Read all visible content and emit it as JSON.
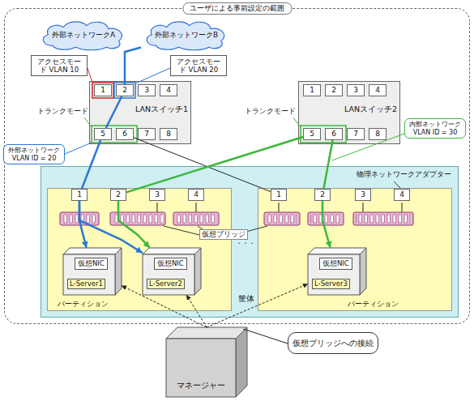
{
  "diagram": {
    "nodes": [
      {
        "text": [
          "ユーザによる事前設定の範囲"
        ]
      },
      {
        "text": [
          "外部ネットワークA"
        ],
        "in": 0
      },
      {
        "text": [
          "外部ネットワークB"
        ],
        "in": 0
      },
      {
        "text": [
          "アクセスモード VLAN 10"
        ],
        "in": 0
      },
      {
        "text": [
          "アクセスモード VLAN 20"
        ],
        "in": 0
      },
      {
        "text": [
          "LANスイッチ1"
        ],
        "in": 0
      },
      {
        "text": [
          "1"
        ],
        "in": 5
      },
      {
        "text": [
          "2"
        ],
        "in": 5
      },
      {
        "text": [
          "3"
        ],
        "in": 5
      },
      {
        "text": [
          "4"
        ],
        "in": 5
      },
      {
        "text": [
          "5"
        ],
        "in": 5
      },
      {
        "text": [
          "6"
        ],
        "in": 5
      },
      {
        "text": [
          "7"
        ],
        "in": 5
      },
      {
        "text": [
          "8"
        ],
        "in": 5
      },
      {
        "text": [
          "LANスイッチ2"
        ],
        "in": 0
      },
      {
        "text": [
          "1"
        ],
        "in": 14
      },
      {
        "text": [
          "2"
        ],
        "in": 14
      },
      {
        "text": [
          "3"
        ],
        "in": 14
      },
      {
        "text": [
          "4"
        ],
        "in": 14
      },
      {
        "text": [
          "5"
        ],
        "in": 14
      },
      {
        "text": [
          "6"
        ],
        "in": 14
      },
      {
        "text": [
          "7"
        ],
        "in": 14
      },
      {
        "text": [
          "8"
        ],
        "in": 14
      },
      {
        "text": [
          "外部ネットワーク VLAN ID = 20"
        ],
        "in": 0
      },
      {
        "text": [
          "内部ネットワーク VLAN ID = 30"
        ],
        "in": 0
      },
      {
        "text": [
          "筐体"
        ],
        "in": 0
      },
      {
        "text": [
          "パーティション"
        ],
        "in": 25
      },
      {
        "text": [
          "1"
        ],
        "in": 26
      },
      {
        "text": [
          "2"
        ],
        "in": 26
      },
      {
        "text": [
          "3"
        ],
        "in": 26
      },
      {
        "text": [
          "4"
        ],
        "in": 26
      },
      {
        "text": [
          "仮想NIC",
          "L-Server1"
        ],
        "in": 26
      },
      {
        "text": [
          "仮想NIC",
          "L-Server2"
        ],
        "in": 26
      },
      {
        "text": [
          "パーティション"
        ],
        "in": 25
      },
      {
        "text": [
          "1"
        ],
        "in": 33
      },
      {
        "text": [
          "2"
        ],
        "in": 33
      },
      {
        "text": [
          "3"
        ],
        "in": 33
      },
      {
        "text": [
          "4"
        ],
        "in": 33
      },
      {
        "text": [
          "仮想NIC",
          "L-Server3"
        ],
        "in": 33
      },
      {
        "text": [
          "マネージャー"
        ]
      },
      {
        "text": [
          "仮想ブリッジへの接続"
        ]
      }
    ],
    "edges": [
      {
        "from": 2,
        "to": 7,
        "arrow": "none"
      },
      {
        "from": 7,
        "to": 10,
        "arrow": "none"
      },
      {
        "from": 10,
        "to": 27,
        "arrow": "none"
      },
      {
        "from": 11,
        "to": 34,
        "arrow": "none"
      },
      {
        "from": 19,
        "to": 28,
        "arrow": "none"
      },
      {
        "from": 20,
        "to": 35,
        "arrow": "none"
      },
      {
        "from": 27,
        "to": 31,
        "arrow": "to"
      },
      {
        "from": 27,
        "to": 32,
        "arrow": "to"
      },
      {
        "from": 28,
        "to": 32,
        "arrow": "to"
      },
      {
        "from": 35,
        "to": 38,
        "arrow": "to"
      },
      {
        "from": 39,
        "to": 31,
        "arrow": "to"
      },
      {
        "from": 39,
        "to": 32,
        "arrow": "to"
      },
      {
        "from": 39,
        "to": 38,
        "arrow": "to"
      }
    ],
    "labels": [
      "トランクモード",
      "トランクモード",
      "物理ネットワークアダプター",
      "仮想ブリッジ",
      "・・・"
    ]
  }
}
